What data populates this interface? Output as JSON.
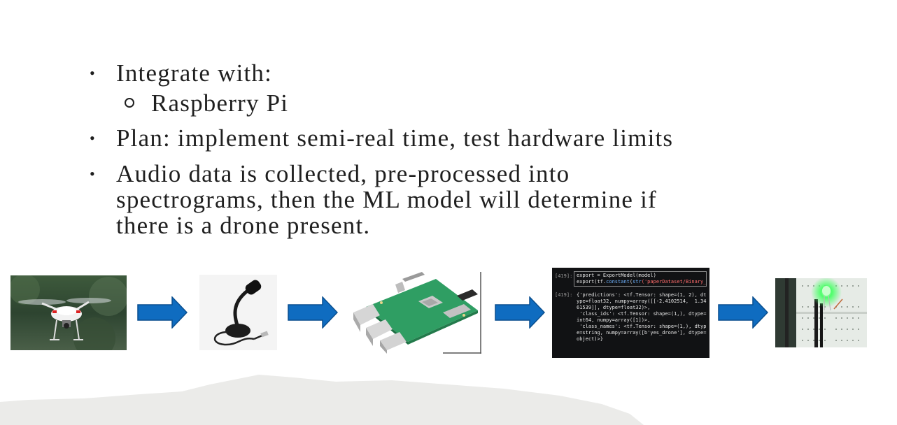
{
  "slide": {
    "bullets": {
      "b1": "Integrate with:",
      "b1_sub": "Raspberry Pi",
      "b2": "Plan: implement semi-real time, test hardware limits",
      "b3_line1": "Audio data is collected, pre-processed into",
      "b3_line2": "spectrograms, then the ML model will determine if",
      "b3_line3": "there is a drone present.",
      "bullet_glyph": "•"
    },
    "pipeline": [
      {
        "name": "drone-photo",
        "icon": "drone-image"
      },
      {
        "name": "microphone-photo",
        "icon": "usb-microphone-image"
      },
      {
        "name": "raspberry-pi-photo",
        "icon": "raspberry-pi-board-image"
      },
      {
        "name": "code-output-screenshot",
        "icon": "notebook-output-image"
      },
      {
        "name": "led-breadboard-photo",
        "icon": "green-led-breadboard-image"
      }
    ],
    "code": {
      "in_prompt": "[419]:",
      "in_line1": "export = ExportModel(model)",
      "in_line2_a": "export(tf.",
      "in_line2_b": "constant",
      "in_line2_c": "(",
      "in_line2_d": "str",
      "in_line2_e": "('paperDataset/Binary_D",
      "out_prompt": "[419]:",
      "out_text": "{'predictions': <tf.Tensor: shape=(1, 2), dt\nype=float32, numpy=array([[-2.4102514,  1.34\n61539]], dtype=float32)>,\n 'class_ids': <tf.Tensor: shape=(1,), dtype=\nint64, numpy=array([1])>,\n 'class_names': <tf.Tensor: shape=(1,), dtyp\ne=string, numpy=array([b'yes_drone'], dtype=\nobject)>}"
    },
    "colors": {
      "arrow_fill": "#0f6cc0",
      "arrow_stroke": "#0a4f8f",
      "text": "#1f1f1f",
      "background_shape": "#ebebe9"
    }
  }
}
